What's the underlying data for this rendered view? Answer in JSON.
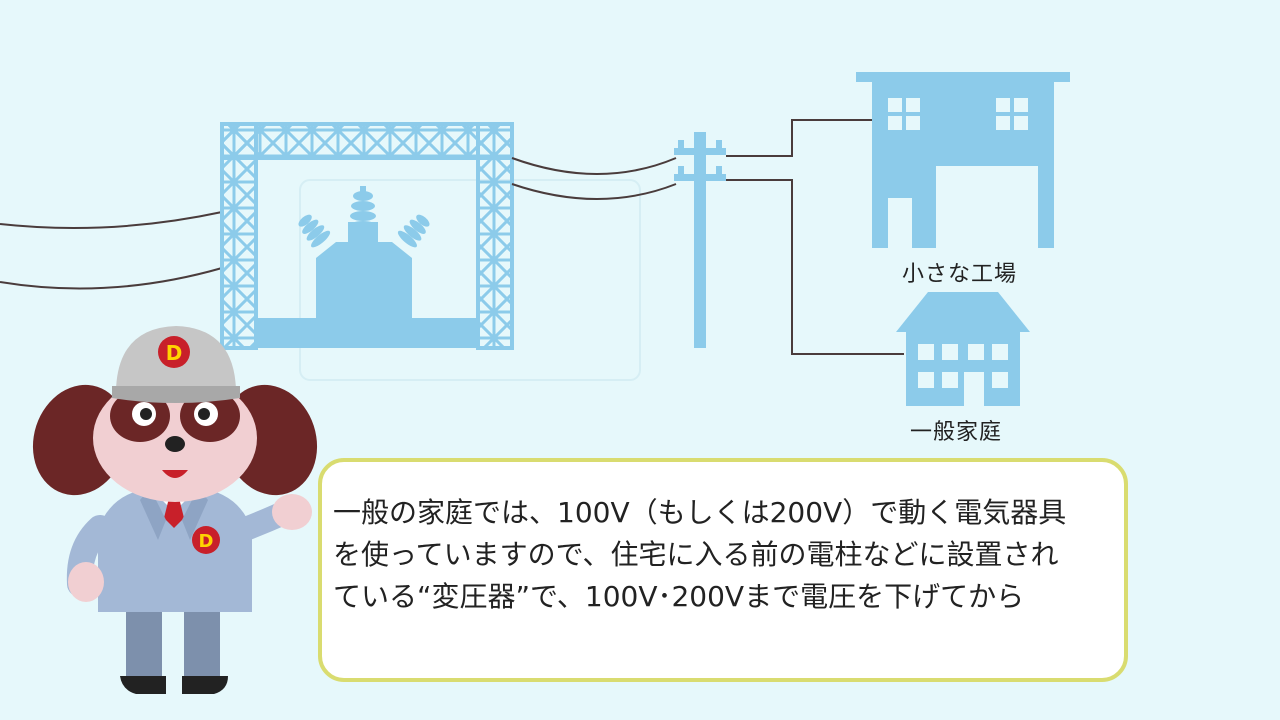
{
  "labels": {
    "factory": "小さな工場",
    "house": "一般家庭"
  },
  "caption": {
    "lines": [
      "一般の家庭では、100V（もしくは200V）で動く電気器具",
      "を使っていますので、住宅に入る前の電柱などに設置され",
      "ている“変圧器”で、100V･200Vまで電圧を下げてから"
    ]
  },
  "colors": {
    "background": "#e6f8fb",
    "structure": "#8ccbea",
    "wire": "#4a3c3c",
    "bubble_border": "#d9dc70"
  },
  "mascot": {
    "cap_logo": "D",
    "chest_logo": "D"
  }
}
